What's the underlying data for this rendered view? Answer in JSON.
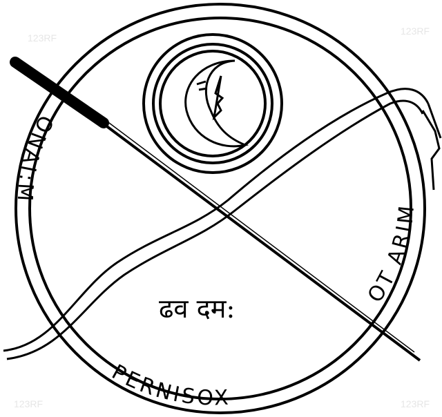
{
  "seal": {
    "left_inscription": "ONAI:M",
    "right_inscription": "OT ARIM",
    "bottom_inscription": "PERNISOX",
    "center_glyphs": "ढव दम:",
    "watermark": "123RF"
  },
  "colors": {
    "ink": "#000000",
    "background": "#ffffff"
  }
}
